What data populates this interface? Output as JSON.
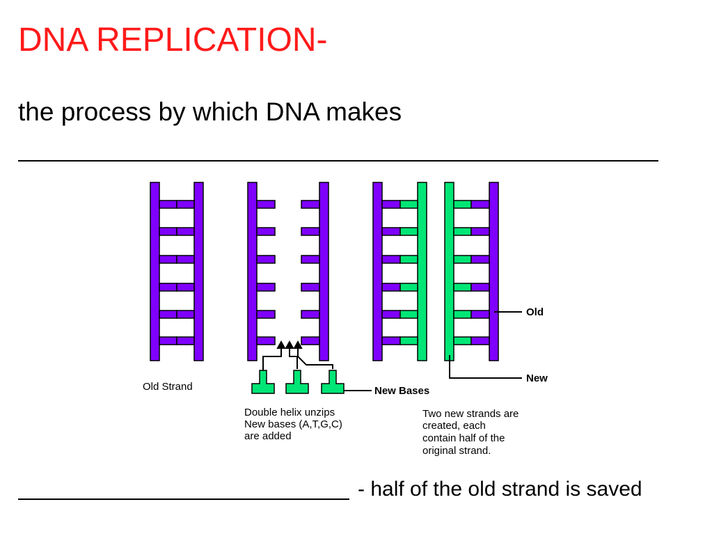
{
  "title": "DNA REPLICATION-",
  "definition_line": "the process by which DNA makes",
  "bottom_line": "- half of the old strand is saved",
  "diagram": {
    "old_strand_label": "Old Strand",
    "unzip_caption": [
      "Double helix unzips",
      "New bases (A,T,G,C)",
      "are added"
    ],
    "new_bases_label": "New Bases",
    "result_caption": [
      "Two new strands are",
      "created, each",
      "contain half of the",
      "original strand."
    ],
    "old_label": "Old",
    "new_label": "New",
    "colors": {
      "old_strand": "#7f00ff",
      "new_strand": "#00e676",
      "title": "#ff1a1a"
    }
  }
}
